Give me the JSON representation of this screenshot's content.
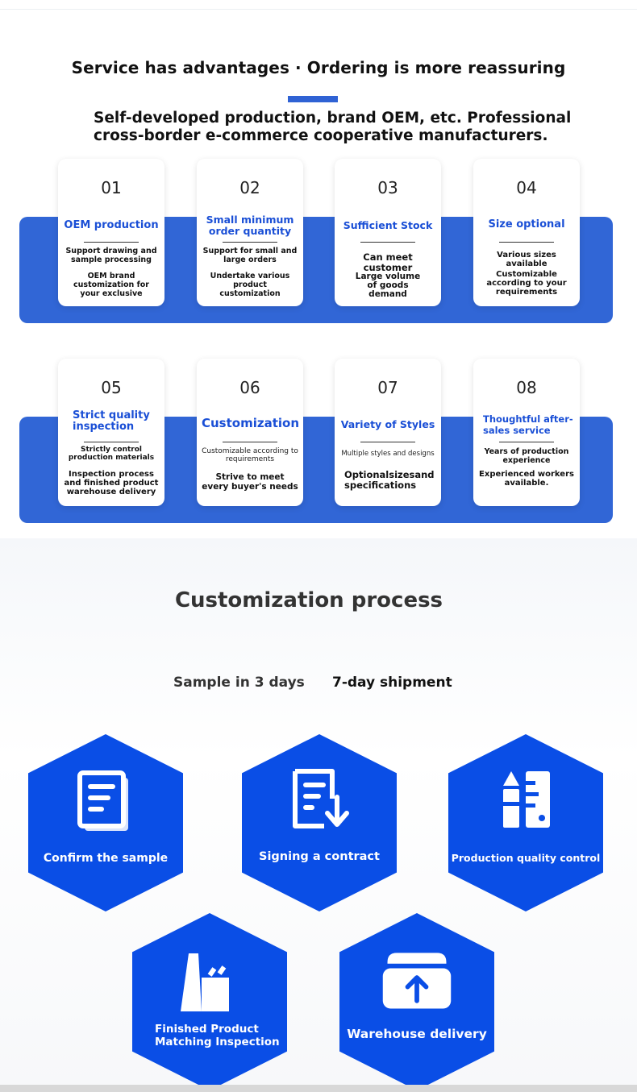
{
  "header": {
    "title": "Service has advantages · Ordering is more reassuring",
    "subtitle_line1": "Self-developed production, brand OEM, etc. Professional",
    "subtitle_line2": "cross-border e-commerce cooperative manufacturers."
  },
  "advantages": [
    {
      "num": "01",
      "title": "OEM production",
      "line1": "Support drawing and sample processing",
      "line2": "OEM brand customization for your exclusive"
    },
    {
      "num": "02",
      "title": "Small minimum order quantity",
      "line1": "Support for small and large orders",
      "line2": "Undertake various product customization"
    },
    {
      "num": "03",
      "title": "Sufficient Stock",
      "line1": "Can meet customer",
      "line2": "Large volume of goods demand"
    },
    {
      "num": "04",
      "title": "Size optional",
      "line1": "Various sizes available",
      "line2": "Customizable according to your requirements"
    },
    {
      "num": "05",
      "title": "Strict quality inspection",
      "line1": "Strictly control production materials",
      "line2": "Inspection process and finished product warehouse delivery"
    },
    {
      "num": "06",
      "title": "Customization",
      "line1": "Customizable according to requirements",
      "line2": "Strive to meet every buyer's needs"
    },
    {
      "num": "07",
      "title": "Variety of Styles",
      "line1": "Multiple styles and designs",
      "line2": "Optionalsizesand specifications"
    },
    {
      "num": "08",
      "title": "Thoughtful after-sales service",
      "line1": "Years of production experience",
      "line2": "Experienced workers available."
    }
  ],
  "process": {
    "title": "Customization process",
    "tag_sample": "Sample in 3 days",
    "tag_shipment": "7-day shipment",
    "steps": [
      {
        "label": "Confirm the sample",
        "icon": "document-icon"
      },
      {
        "label": "Signing a contract",
        "icon": "contract-download-icon"
      },
      {
        "label": "Production quality control",
        "icon": "pencil-ruler-icon"
      },
      {
        "label": "Finished Product Matching Inspection",
        "icon": "factory-icon"
      },
      {
        "label": "Warehouse delivery",
        "icon": "upload-box-icon"
      }
    ]
  },
  "colors": {
    "brand_blue": "#0a4ee6",
    "band_blue": "#3166d6",
    "title_blue": "#1a4fd6"
  }
}
